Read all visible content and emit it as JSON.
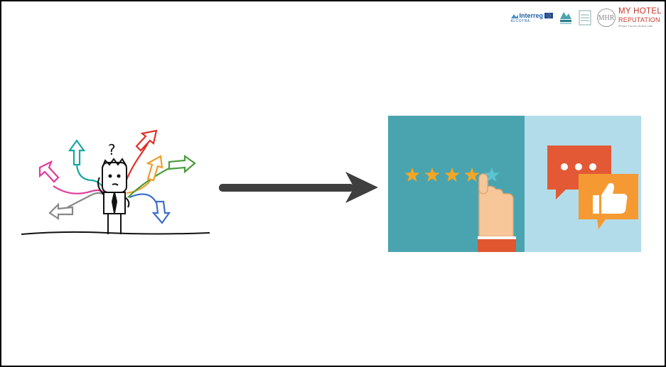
{
  "logos": {
    "interreg_name": "Interreg",
    "interreg_sub": "ALCOTRA",
    "mhr_monogram": "MHR",
    "mhr_title_line1": "MY HOTEL",
    "mhr_title_line2": "REPUTATION",
    "mhr_tagline": "Primer l'accès du bon côté"
  },
  "colors": {
    "arrow_gray": "#3f3f3f",
    "panel_teal": "#4aa4b0",
    "panel_light_blue": "#b3dcea",
    "star_gold": "#f5a623",
    "star_teal": "#5bc4d4",
    "bubble_red": "#e35936",
    "bubble_orange": "#f59a32",
    "mhr_red": "#c8372d",
    "interreg_blue": "#1e60a8"
  },
  "rating": {
    "filled_stars": 4,
    "total_stars": 5
  },
  "icons": [
    "confused-man-illustration",
    "direction-arrows",
    "right-arrow",
    "star-rating-panel",
    "pointing-hand-icon",
    "chat-bubble-icon",
    "thumbs-up-icon"
  ]
}
